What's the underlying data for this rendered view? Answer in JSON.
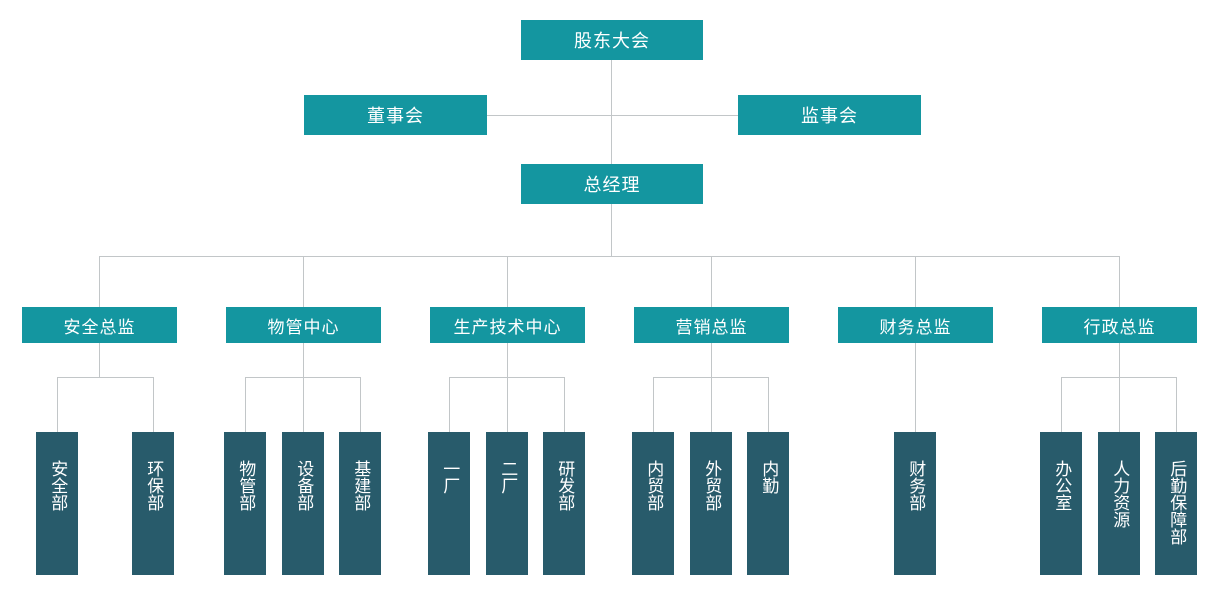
{
  "chart": {
    "type": "org-chart",
    "title": "",
    "colors": {
      "primary_box": "#1496a0",
      "department_box": "#285b6b",
      "connector_line": "#c2c6c8",
      "text": "#ffffff",
      "background": "#ffffff"
    }
  },
  "nodes": {
    "shareholders": {
      "label": "股东大会",
      "level": 1
    },
    "board": {
      "label": "董事会",
      "level": 2
    },
    "supervisors": {
      "label": "监事会",
      "level": 2
    },
    "general_manager": {
      "label": "总经理",
      "level": 3
    }
  },
  "directors": [
    {
      "label": "安全总监",
      "departments": [
        "安全部",
        "环保部"
      ]
    },
    {
      "label": "物管中心",
      "departments": [
        "物管部",
        "设备部",
        "基建部"
      ]
    },
    {
      "label": "生产技术中心",
      "departments": [
        "一厂",
        "二厂",
        "研发部"
      ]
    },
    {
      "label": "营销总监",
      "departments": [
        "内贸部",
        "外贸部",
        "内勤"
      ]
    },
    {
      "label": "财务总监",
      "departments": [
        "财务部"
      ]
    },
    {
      "label": "行政总监",
      "departments": [
        "办公室",
        "人力资源",
        "后勤保障部"
      ]
    }
  ],
  "departments_flat": [
    "安全部",
    "环保部",
    "物管部",
    "设备部",
    "基建部",
    "一厂",
    "二厂",
    "研发部",
    "内贸部",
    "外贸部",
    "内勤",
    "财务部",
    "办公室",
    "人力资源",
    "后勤保障部"
  ]
}
